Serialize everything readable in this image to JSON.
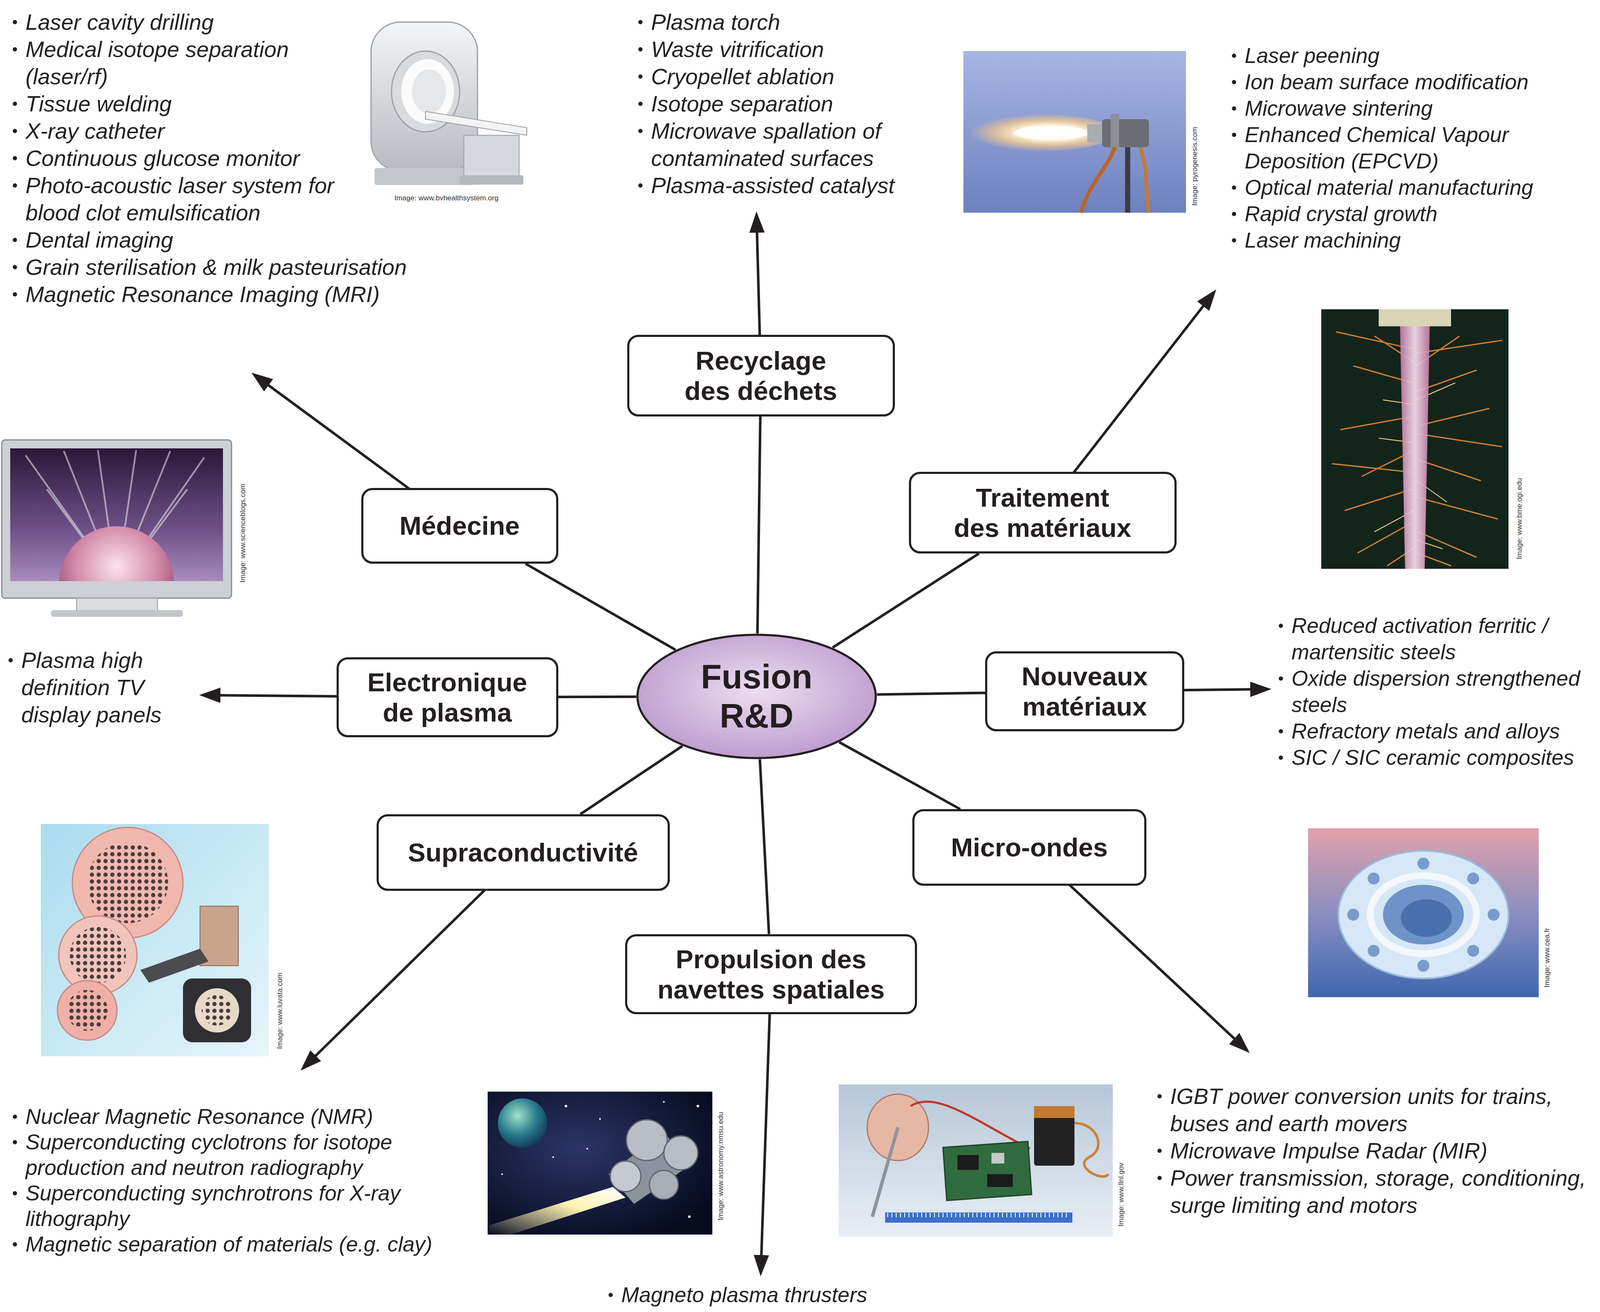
{
  "diagram": {
    "nodes": [
      {
        "text": [
          "Recyclage des déchets"
        ]
      },
      {
        "text": [
          "Médecine"
        ]
      },
      {
        "text": [
          "Traitement des matériaux"
        ]
      },
      {
        "text": [
          "Electronique de plasma"
        ]
      },
      {
        "text": [
          "Fusion R&D"
        ]
      },
      {
        "text": [
          "Nouveaux matériaux"
        ]
      },
      {
        "text": [
          "Supraconductivité"
        ]
      },
      {
        "text": [
          "Micro-ondes"
        ]
      },
      {
        "text": [
          "Propulsion des navettes spatiales"
        ]
      }
    ],
    "edges": [
      {
        "from": 4,
        "to": 0,
        "arrow": "none"
      },
      {
        "from": 4,
        "to": 1,
        "arrow": "none"
      },
      {
        "from": 4,
        "to": 2,
        "arrow": "none"
      },
      {
        "from": 4,
        "to": 3,
        "arrow": "none"
      },
      {
        "from": 4,
        "to": 5,
        "arrow": "none"
      },
      {
        "from": 4,
        "to": 6,
        "arrow": "none"
      },
      {
        "from": 4,
        "to": 7,
        "arrow": "none"
      },
      {
        "from": 4,
        "to": 8,
        "arrow": "none"
      }
    ],
    "labels": [
      "Laser cavity drilling",
      "Medical isotope separation (laser/rf)",
      "Tissue welding",
      "X-ray catheter",
      "Continuous glucose monitor",
      "Photo-acoustic laser system for blood clot emulsification",
      "Dental imaging",
      "Grain sterilisation & milk pasteurisation",
      "Magnetic Resonance Imaging (MRI)",
      "Image: www.bvhealthsystem.org",
      "Plasma torch",
      "Waste vitrification",
      "Cryopellet ablation",
      "Isotope separation",
      "Microwave spallation of contaminated surfaces",
      "Plasma-assisted catalyst",
      "Image: pyrogenesis.com",
      "Laser peening",
      "Ion beam surface modification",
      "Microwave sintering",
      "Enhanced Chemical Vapour Deposition (EPCVD)",
      "Optical material manufacturing",
      "Rapid crystal growth",
      "Laser machining",
      "Image: www.scienceblogs.com",
      "Image: www.bme.ogi.edu",
      "Plasma high definition TV display panels",
      "Reduced activation ferritic / martensitic steels",
      "Oxide dispersion strengthened steels",
      "Refractory metals and alloys",
      "SIC / SIC ceramic composites",
      "Image: www.cea.fr",
      "Image: www.luvata.com",
      "Image: www.astronomy.nmsu.edu",
      "Image: www.llnl.gov",
      "IGBT power conversion units for trains, buses and earth movers",
      "Microwave Impulse Radar (MIR)",
      "Power transmission, storage, conditioning, surge limiting and motors",
      "Nuclear Magnetic Resonance (NMR)",
      "Superconducting cyclotrons for isotope production and neutron radiography",
      "Superconducting synchrotrons for X-ray lithography",
      "Magnetic separation of materials (e.g. clay)",
      "Magneto plasma thrusters"
    ]
  }
}
